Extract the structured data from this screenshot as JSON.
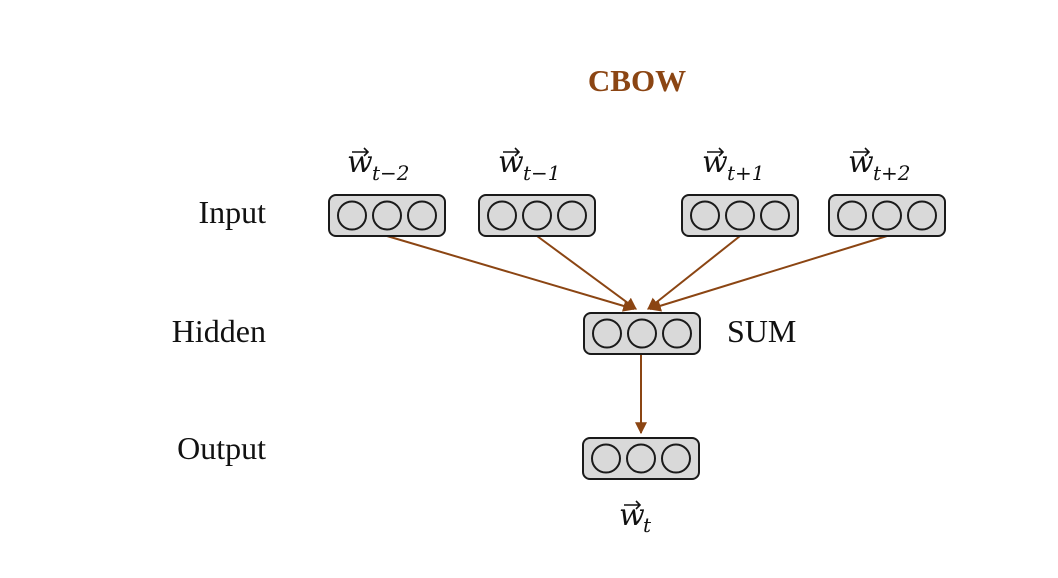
{
  "title": "CBOW",
  "layers": {
    "input": "Input",
    "hidden": "Hidden",
    "output": "Output"
  },
  "hidden_op": "SUM",
  "inputs": [
    {
      "base": "w",
      "sub": "t−2"
    },
    {
      "base": "w",
      "sub": "t−1"
    },
    {
      "base": "w",
      "sub": "t+1"
    },
    {
      "base": "w",
      "sub": "t+2"
    }
  ],
  "output_vector": {
    "base": "w",
    "sub": "t"
  },
  "colors": {
    "title": "#8b4513",
    "arrow": "#8b4513",
    "node_fill": "#d9d9d9",
    "stroke": "#1a1a1a"
  }
}
